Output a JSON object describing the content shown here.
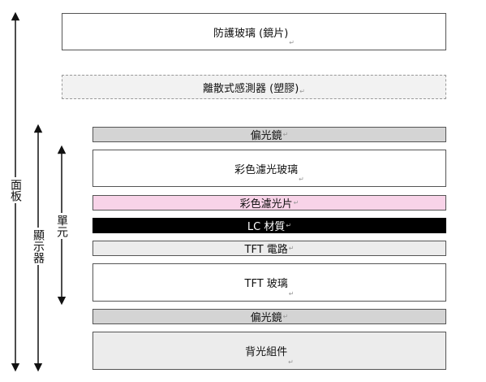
{
  "layers": [
    {
      "label": "防護玻璃 (鏡片)",
      "style": "white"
    },
    {
      "label": "離散式感測器 (塑膠)",
      "style": "dashed"
    },
    {
      "label": "偏光鏡",
      "style": "grey"
    },
    {
      "label": "彩色濾光玻璃",
      "style": "white"
    },
    {
      "label": "彩色濾光片",
      "style": "pink"
    },
    {
      "label": "LC 材質",
      "style": "black"
    },
    {
      "label": "TFT 電路",
      "style": "light"
    },
    {
      "label": "TFT 玻璃",
      "style": "white"
    },
    {
      "label": "偏光鏡",
      "style": "grey"
    },
    {
      "label": "背光組件",
      "style": "light"
    }
  ],
  "brackets": {
    "panel": "面板",
    "display": "顯示器",
    "cell": "單元"
  },
  "paragraph_mark": "↵",
  "colors": {
    "border": "#555555",
    "grey_fill": "#d4d4d4",
    "light_fill": "#ececec",
    "pink_fill": "#f8d3e8",
    "lc_fill": "#000000",
    "dashed_fill": "#f2f2f2"
  }
}
